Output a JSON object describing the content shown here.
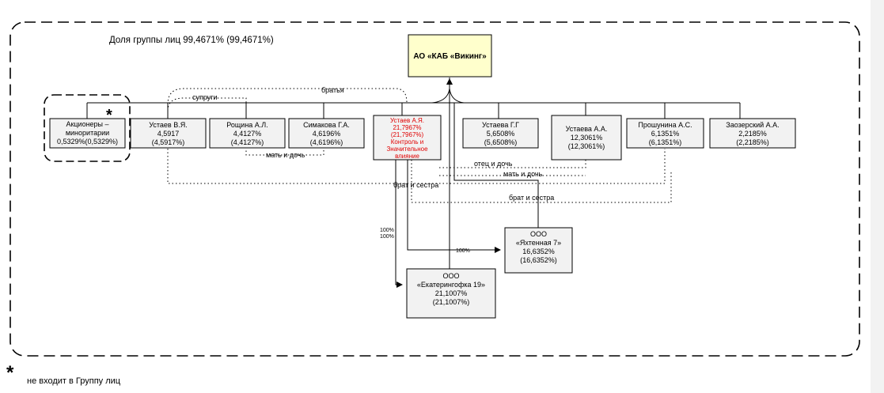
{
  "header": {
    "group_share": "Доля группы лиц 99,4671% (99,4671%)"
  },
  "root": {
    "label": "АО «КАБ «Викинг»"
  },
  "minority_star": "*",
  "shareholders": [
    {
      "id": "minority",
      "lines": [
        "Акционеры –",
        "миноритарии",
        "0,5329%(0,5329%)"
      ]
    },
    {
      "id": "ustaev-v",
      "lines": [
        "Устаев В.Я.",
        "4,5917",
        "(4,5917%)"
      ]
    },
    {
      "id": "roschina",
      "lines": [
        "Рощина А.Л.",
        "4,4127%",
        "(4,4127%)"
      ]
    },
    {
      "id": "simakova",
      "lines": [
        "Симакова Г.А.",
        "4,6196%",
        "(4,6196%)"
      ]
    },
    {
      "id": "ustaev-a",
      "lines": [
        "Устаев А.Я.",
        "21,7967%",
        "(21,7967%)",
        "Контроль и",
        "Значительное",
        "влияние"
      ]
    },
    {
      "id": "ustaeva-g",
      "lines": [
        "Устаева Г.Г",
        "5,6508%",
        "(5,6508%)"
      ]
    },
    {
      "id": "ustaeva-a",
      "lines": [
        "Устаева А.А.",
        "12,3061%",
        "(12,3061%)"
      ]
    },
    {
      "id": "proshunina",
      "lines": [
        "Прошунина А.С.",
        "6,1351%",
        "(6,1351%)"
      ]
    },
    {
      "id": "zaozersky",
      "lines": [
        "Заозерский А.А.",
        "2,2185%",
        "(2,2185%)"
      ]
    }
  ],
  "companies": [
    {
      "id": "yakhtennaya",
      "lines": [
        "ООО",
        "«Яхтенная 7»",
        "16,6352%",
        "(16,6352%)"
      ]
    },
    {
      "id": "ekateringofka",
      "lines": [
        "ООО",
        "«Екатерингофка 19»",
        "21,1007%",
        "(21,1007%)"
      ]
    }
  ],
  "relations": {
    "brothers": "братья",
    "spouses": "супруги",
    "mother_daughter_1": "мать и дочь",
    "father_daughter": "отец и дочь",
    "mother_daughter_2": "мать и дочь",
    "brother_sister_1": "брат и сестра",
    "brother_sister_2": "брат и сестра"
  },
  "ownership": {
    "to_ekat_a": "100%",
    "to_ekat_b": "100%",
    "to_yakht": "100%"
  },
  "footnote": {
    "star": "*",
    "text": "не входит в Группу лиц"
  },
  "colors": {
    "root_fill": "#ffffcc",
    "box_fill": "#f2f2f2",
    "control_text": "#e00000"
  }
}
